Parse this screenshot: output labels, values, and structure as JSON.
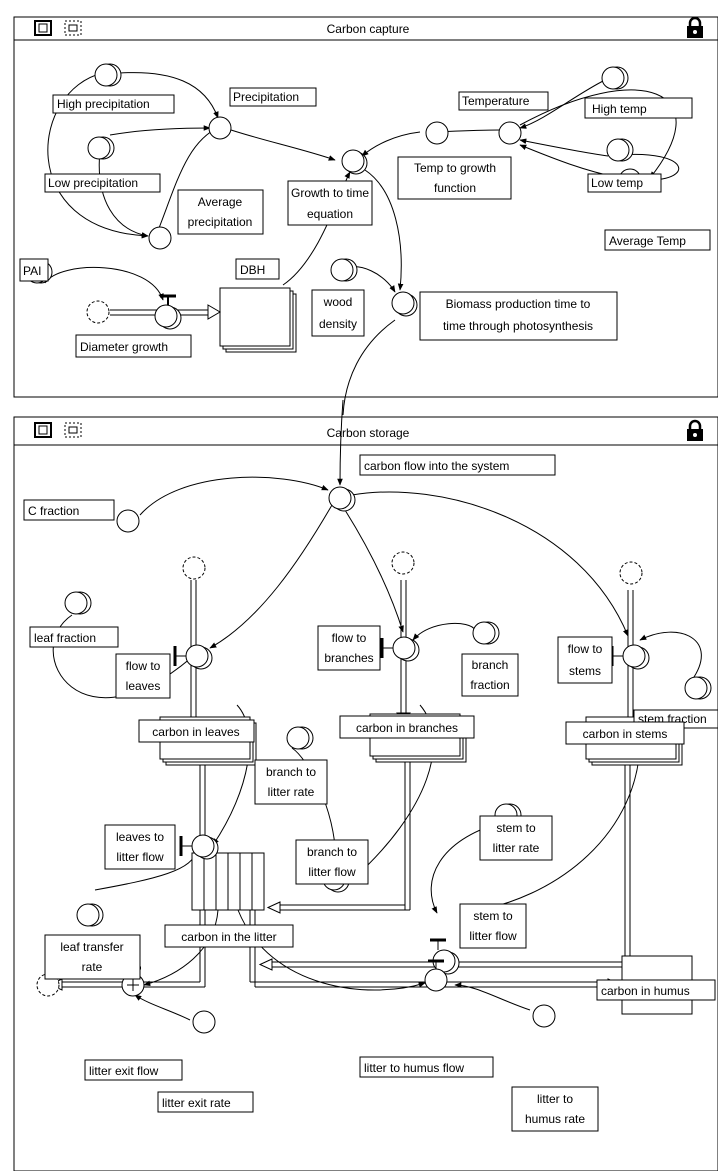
{
  "panels": {
    "capture": {
      "title": "Carbon capture"
    },
    "storage": {
      "title": "Carbon storage"
    }
  },
  "labels": {
    "high_precipitation": "High precipitation",
    "precipitation": "Precipitation",
    "low_precipitation": "Low precipitation",
    "average_precipitation": [
      "Average",
      "precipitation"
    ],
    "temperature": "Temperature",
    "high_temp": "High temp",
    "temp_to_growth": [
      "Temp to growth",
      "function"
    ],
    "low_temp": "Low temp",
    "average_temp": "Average Temp",
    "growth_to_time": [
      "Growth to time",
      "equation"
    ],
    "pai": "PAI",
    "dbh": "DBH",
    "wood_density": [
      "wood",
      "density"
    ],
    "biomass_production": [
      "Biomass production time to",
      "time through photosynthesis"
    ],
    "diameter_growth": "Diameter growth",
    "carbon_flow_in": "carbon flow into the system",
    "c_fraction": "C fraction",
    "leaf_fraction": "leaf  fraction",
    "flow_to_leaves": [
      "flow to",
      "leaves"
    ],
    "flow_to_branches": [
      "flow to",
      "branches"
    ],
    "branch_fraction": [
      "branch",
      "fraction"
    ],
    "flow_to_stems": [
      "flow to",
      "stems"
    ],
    "stem_fraction": "stem fraction",
    "carbon_in_leaves": "carbon in leaves",
    "carbon_in_branches": "carbon in branches",
    "carbon_in_stems": "carbon in stems",
    "branch_to_litter_rate": [
      "branch to",
      "litter rate"
    ],
    "stem_to_litter_rate": [
      "stem to",
      "litter rate"
    ],
    "leaves_to_litter_flow": [
      "leaves to",
      "litter flow"
    ],
    "branch_to_litter_flow": [
      "branch to",
      "litter flow"
    ],
    "leaf_transfer_rate": [
      "leaf transfer",
      "rate"
    ],
    "carbon_in_litter": "carbon in the litter",
    "stem_to_litter_flow": [
      "stem to",
      "litter flow"
    ],
    "carbon_in_humus": "carbon in humus",
    "litter_exit_flow": "litter exit flow",
    "litter_to_humus_flow": "litter to humus flow",
    "litter_exit_rate": "litter exit rate",
    "litter_to_humus_rate": [
      "litter to",
      "humus rate"
    ]
  },
  "icons": [
    "window-toggle-icon",
    "lock-icon",
    "cloud-source-icon",
    "cloud-sink-icon"
  ]
}
